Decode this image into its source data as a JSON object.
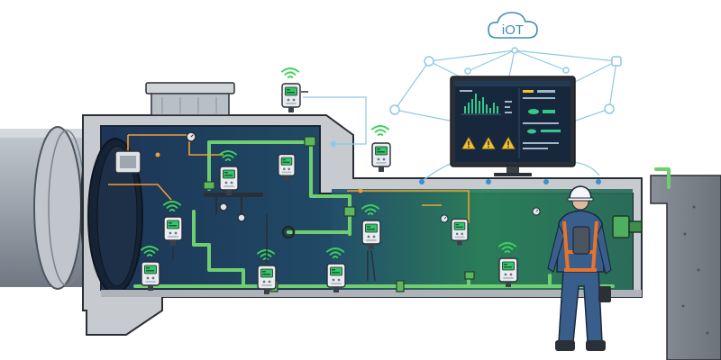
{
  "cloud": {
    "label": "iOT"
  },
  "colors": {
    "background": "#ffffff",
    "pipe_gray": "#9aa4ad",
    "tunnel_wall": "#c9ccd0",
    "tunnel_dark": "#1f3b5c",
    "tunnel_green": "#2f7a5a",
    "pipe_green": "#6fcf6f",
    "wifi_green": "#3fd15a",
    "network_blue": "#8ec9e6",
    "dashboard_bg": "#17283d",
    "warning_yellow": "#f2c230",
    "worker_vest": "#e8742c",
    "worker_suit": "#3a5e8c"
  },
  "icons": {
    "cloud": "cloud-icon",
    "wifi": "wifi-signal-icon",
    "sensor": "iot-sensor-device-icon",
    "warning": "warning-triangle-icon",
    "worker": "maintenance-worker-icon",
    "gauge": "pressure-gauge-icon",
    "valve": "valve-icon"
  },
  "sensors": [
    {
      "id": "roof",
      "wifi": true
    },
    {
      "id": "wall-outside",
      "wifi": true
    },
    {
      "id": "upper-left",
      "wifi": true
    },
    {
      "id": "left-mid",
      "wifi": true
    },
    {
      "id": "bottom-left",
      "wifi": true
    },
    {
      "id": "bottom-center",
      "wifi": true
    },
    {
      "id": "bottom-mid",
      "wifi": true
    },
    {
      "id": "center-right",
      "wifi": true
    },
    {
      "id": "bottom-right",
      "wifi": true
    }
  ],
  "dashboard": {
    "alerts": 3
  }
}
